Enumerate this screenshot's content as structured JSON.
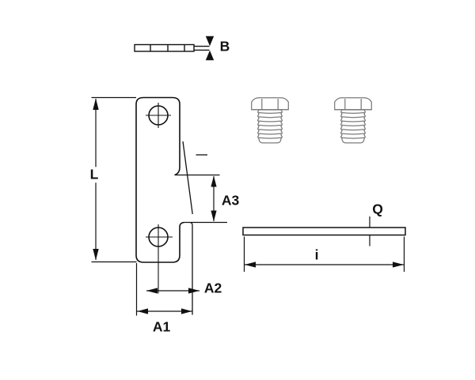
{
  "labels": {
    "b": "B",
    "l": "L",
    "a3": "A3",
    "a2": "A2",
    "a1": "A1",
    "q": "Q",
    "i": "i"
  },
  "colors": {
    "background": "#ffffff",
    "line_color": "#111111",
    "bolt_line_color": "#7b7b7b"
  }
}
